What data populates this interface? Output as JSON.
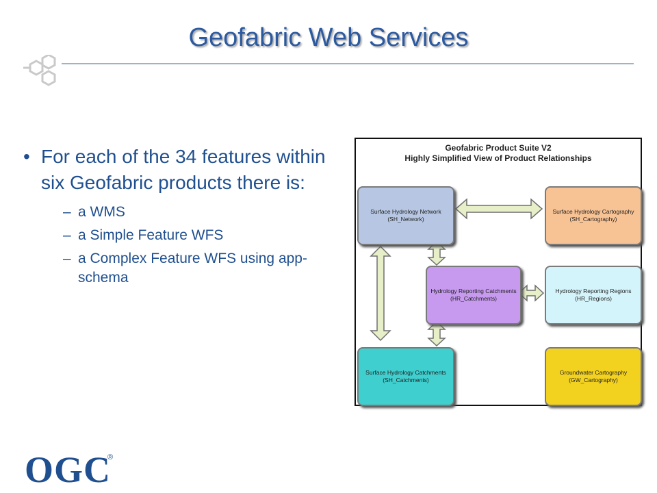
{
  "slide": {
    "title": "Geofabric Web Services",
    "bullet": "For each of the 34 features within six Geofabric products there is:",
    "sub_items": [
      "a WMS",
      "a Simple Feature WFS",
      "a Complex Feature WFS  using app-schema"
    ]
  },
  "diagram": {
    "title_line1": "Geofabric Product Suite V2",
    "title_line2": "Highly Simplified View of Product Relationships",
    "boxes": {
      "sh_network": {
        "name": "Surface Hydrology Network",
        "code": "(SH_Network)",
        "color": "#b7c7e3"
      },
      "sh_cartography": {
        "name": "Surface Hydrology Cartography",
        "code": "(SH_Cartography)",
        "color": "#f8c394"
      },
      "hr_catchments": {
        "name": "Hydrology Reporting Catchments",
        "code": "(HR_Catchments)",
        "color": "#c79af0"
      },
      "hr_regions": {
        "name": "Hydrology Reporting Regions",
        "code": "(HR_Regions)",
        "color": "#d4f4fb"
      },
      "sh_catchments": {
        "name": "Surface Hydrology Catchments",
        "code": "(SH_Catchments)",
        "color": "#3fcfcf"
      },
      "gw_cartography": {
        "name": "Groundwater Cartography",
        "code": "(GW_Cartography)",
        "color": "#f3d21f"
      }
    }
  },
  "logo": {
    "text": "OGC",
    "mark": "®",
    "icon": "hexagon-cluster-icon"
  },
  "colors": {
    "title": "#2c5aa0",
    "text": "#1f4f8f",
    "rule": "#9eb2cc",
    "arrow_fill": "#e6efc8"
  }
}
